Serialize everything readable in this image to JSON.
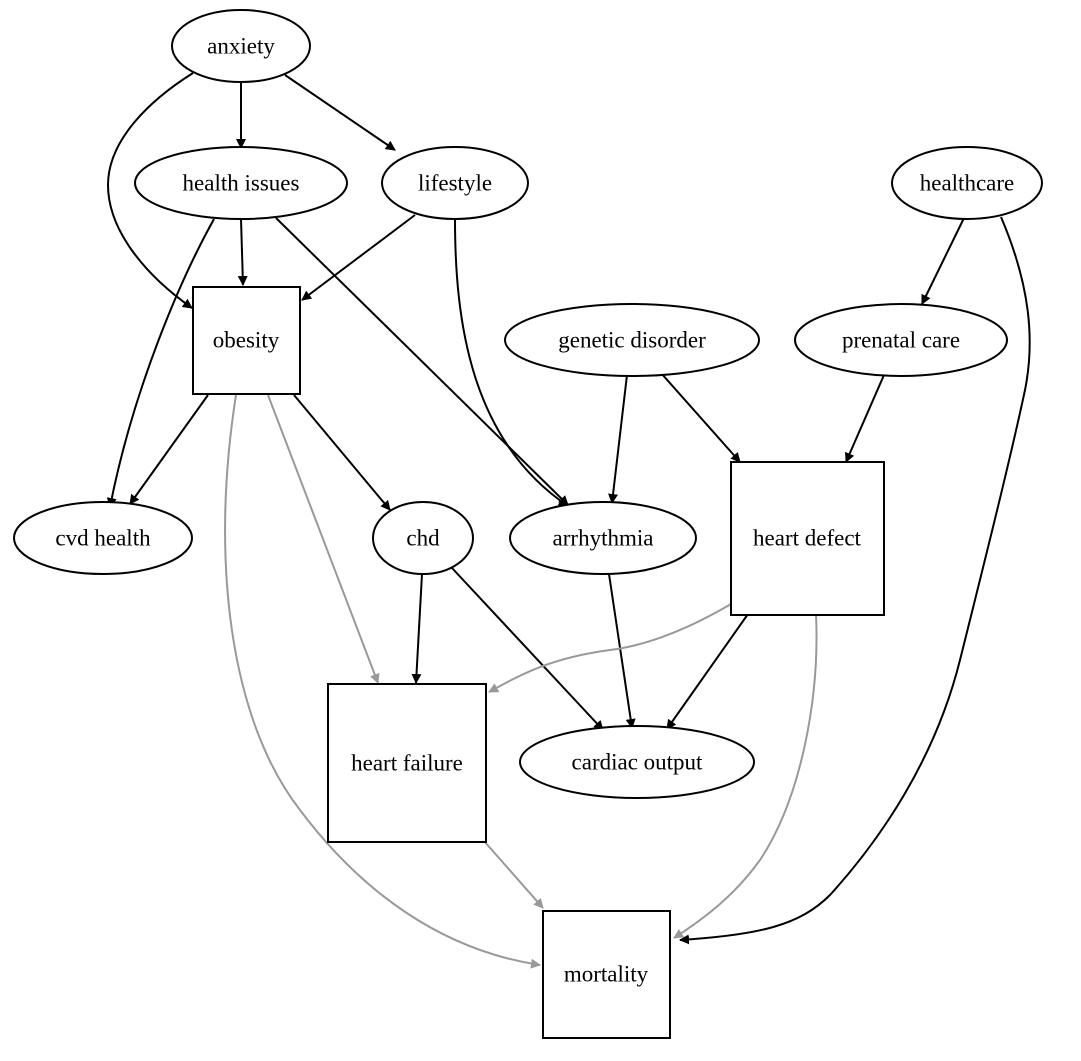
{
  "nodes": [
    {
      "id": "anxiety",
      "label": "anxiety",
      "shape": "ellipse"
    },
    {
      "id": "health_issues",
      "label": "health issues",
      "shape": "ellipse"
    },
    {
      "id": "lifestyle",
      "label": "lifestyle",
      "shape": "ellipse"
    },
    {
      "id": "healthcare",
      "label": "healthcare",
      "shape": "ellipse"
    },
    {
      "id": "obesity",
      "label": "obesity",
      "shape": "box"
    },
    {
      "id": "genetic_disorder",
      "label": "genetic disorder",
      "shape": "ellipse"
    },
    {
      "id": "prenatal_care",
      "label": "prenatal care",
      "shape": "ellipse"
    },
    {
      "id": "cvd_health",
      "label": "cvd health",
      "shape": "ellipse"
    },
    {
      "id": "chd",
      "label": "chd",
      "shape": "ellipse"
    },
    {
      "id": "arrhythmia",
      "label": "arrhythmia",
      "shape": "ellipse"
    },
    {
      "id": "heart_defect",
      "label": "heart defect",
      "shape": "box"
    },
    {
      "id": "heart_failure",
      "label": "heart failure",
      "shape": "box"
    },
    {
      "id": "cardiac_output",
      "label": "cardiac output",
      "shape": "ellipse"
    },
    {
      "id": "mortality",
      "label": "mortality",
      "shape": "box"
    }
  ],
  "edges": [
    {
      "from": "anxiety",
      "to": "health_issues",
      "color": "#000000"
    },
    {
      "from": "anxiety",
      "to": "lifestyle",
      "color": "#000000"
    },
    {
      "from": "anxiety",
      "to": "obesity",
      "color": "#000000"
    },
    {
      "from": "health_issues",
      "to": "obesity",
      "color": "#000000"
    },
    {
      "from": "health_issues",
      "to": "cvd_health",
      "color": "#000000"
    },
    {
      "from": "health_issues",
      "to": "arrhythmia",
      "color": "#000000"
    },
    {
      "from": "lifestyle",
      "to": "obesity",
      "color": "#000000"
    },
    {
      "from": "lifestyle",
      "to": "arrhythmia",
      "color": "#000000"
    },
    {
      "from": "healthcare",
      "to": "prenatal_care",
      "color": "#000000"
    },
    {
      "from": "healthcare",
      "to": "mortality",
      "color": "#000000"
    },
    {
      "from": "obesity",
      "to": "cvd_health",
      "color": "#000000"
    },
    {
      "from": "obesity",
      "to": "chd",
      "color": "#000000"
    },
    {
      "from": "obesity",
      "to": "heart_failure",
      "color": "#999999"
    },
    {
      "from": "obesity",
      "to": "mortality",
      "color": "#999999"
    },
    {
      "from": "genetic_disorder",
      "to": "arrhythmia",
      "color": "#000000"
    },
    {
      "from": "genetic_disorder",
      "to": "heart_defect",
      "color": "#000000"
    },
    {
      "from": "prenatal_care",
      "to": "heart_defect",
      "color": "#000000"
    },
    {
      "from": "chd",
      "to": "heart_failure",
      "color": "#000000"
    },
    {
      "from": "chd",
      "to": "cardiac_output",
      "color": "#000000"
    },
    {
      "from": "arrhythmia",
      "to": "cardiac_output",
      "color": "#000000"
    },
    {
      "from": "heart_defect",
      "to": "cardiac_output",
      "color": "#000000"
    },
    {
      "from": "heart_defect",
      "to": "heart_failure",
      "color": "#999999"
    },
    {
      "from": "heart_defect",
      "to": "mortality",
      "color": "#999999"
    },
    {
      "from": "heart_failure",
      "to": "mortality",
      "color": "#999999"
    }
  ]
}
